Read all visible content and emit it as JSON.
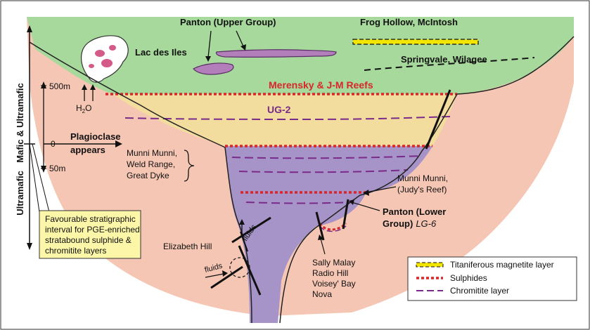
{
  "diagram": {
    "labels": {
      "panton_upper": "Panton (Upper Group)",
      "frog_hollow": "Frog Hollow, McIntosh",
      "lac_des_iles": "Lac des Iles",
      "springvale": "Springvale, Wilagee",
      "merensky": "Merensky & J-M Reefs",
      "ug2": "UG-2",
      "h2o_base": "H",
      "h2o_sub": "2",
      "h2o_end": "O",
      "plagioclase_1": "Plagioclase",
      "plagioclase_2": "appears",
      "munni_1": "Munni Munni,",
      "munni_2": "Weld Range,",
      "munni_3": "Great Dyke",
      "judy_1": "Munni Munni,",
      "judy_2": "(Judy's Reef)",
      "panton_lower_1": "Panton (Lower",
      "panton_lower_2": "Group)",
      "panton_lower_lg6": "LG-6",
      "elizabeth": "Elizabeth Hill",
      "fluids_upper": "fluids",
      "fluids_lower": "fluids",
      "sally_1": "Sally Malay",
      "sally_2": "Radio Hill",
      "sally_3": "Voisey' Bay",
      "sally_4": "Nova"
    },
    "axis": {
      "mafic_ultramafic": "Mafic & Ultramafic",
      "ultramafic": "Ultramafic",
      "tick_500": "500m",
      "tick_0": "0",
      "tick_50": "50m"
    },
    "note": {
      "line1": "Favourable stratigraphic",
      "line2": "interval for PGE-enriched",
      "line3": "stratabound sulphide &",
      "line4": "chromitite layers"
    },
    "legend": {
      "titaniferous": "Titaniferous magnetite layer",
      "sulphides": "Sulphides",
      "chromitite": "Chromitite layer"
    },
    "colors": {
      "green_zone": "#a6d99b",
      "yellow_zone": "#f2dc9e",
      "purple_zone": "#a693c7",
      "country_rock": "#f6c6b4",
      "sulphide": "#d9262b",
      "chromitite": "#7a2b8a",
      "magnetite": "#f2e500",
      "note_bg": "#fbf6a8",
      "panton_blob": "#b37fbb",
      "lac_blob": "#d45a88"
    }
  }
}
